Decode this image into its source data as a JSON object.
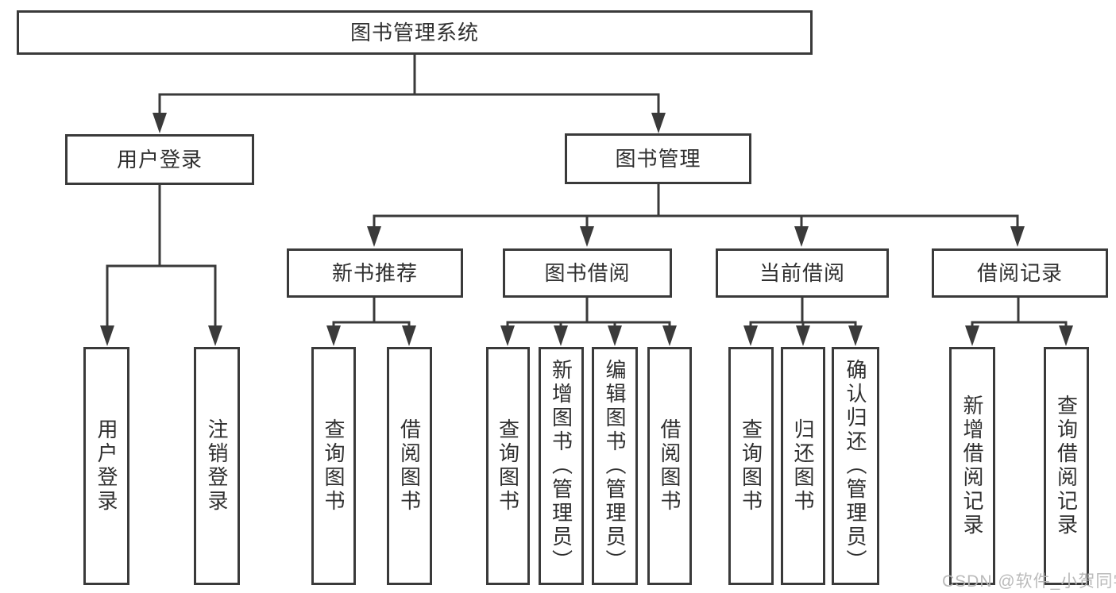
{
  "diagram": {
    "type": "functional-structure-tree",
    "root": {
      "label": "图书管理系统",
      "children": [
        {
          "label": "用户登录",
          "children": [
            {
              "label": "用户登录"
            },
            {
              "label": "注销登录"
            }
          ]
        },
        {
          "label": "图书管理",
          "children": [
            {
              "label": "新书推荐",
              "children": [
                {
                  "label": "查询图书"
                },
                {
                  "label": "借阅图书"
                }
              ]
            },
            {
              "label": "图书借阅",
              "children": [
                {
                  "label": "查询图书"
                },
                {
                  "label": "新增图书（管理员）"
                },
                {
                  "label": "编辑图书（管理员）"
                },
                {
                  "label": "借阅图书"
                }
              ]
            },
            {
              "label": "当前借阅",
              "children": [
                {
                  "label": "查询图书"
                },
                {
                  "label": "归还图书"
                },
                {
                  "label": "确认归还（管理员）"
                }
              ]
            },
            {
              "label": "借阅记录",
              "children": [
                {
                  "label": "新增借阅记录"
                },
                {
                  "label": "查询借阅记录"
                }
              ]
            }
          ]
        }
      ]
    }
  },
  "watermark": {
    "text": "CSDN @软件_小贺同学"
  },
  "colors": {
    "background": "#ffffff",
    "box_border": "#3a3a3a",
    "box_fill": "#ffffff",
    "line": "#3a3a3a",
    "text": "#303030",
    "watermark": "#b7b7b7"
  }
}
